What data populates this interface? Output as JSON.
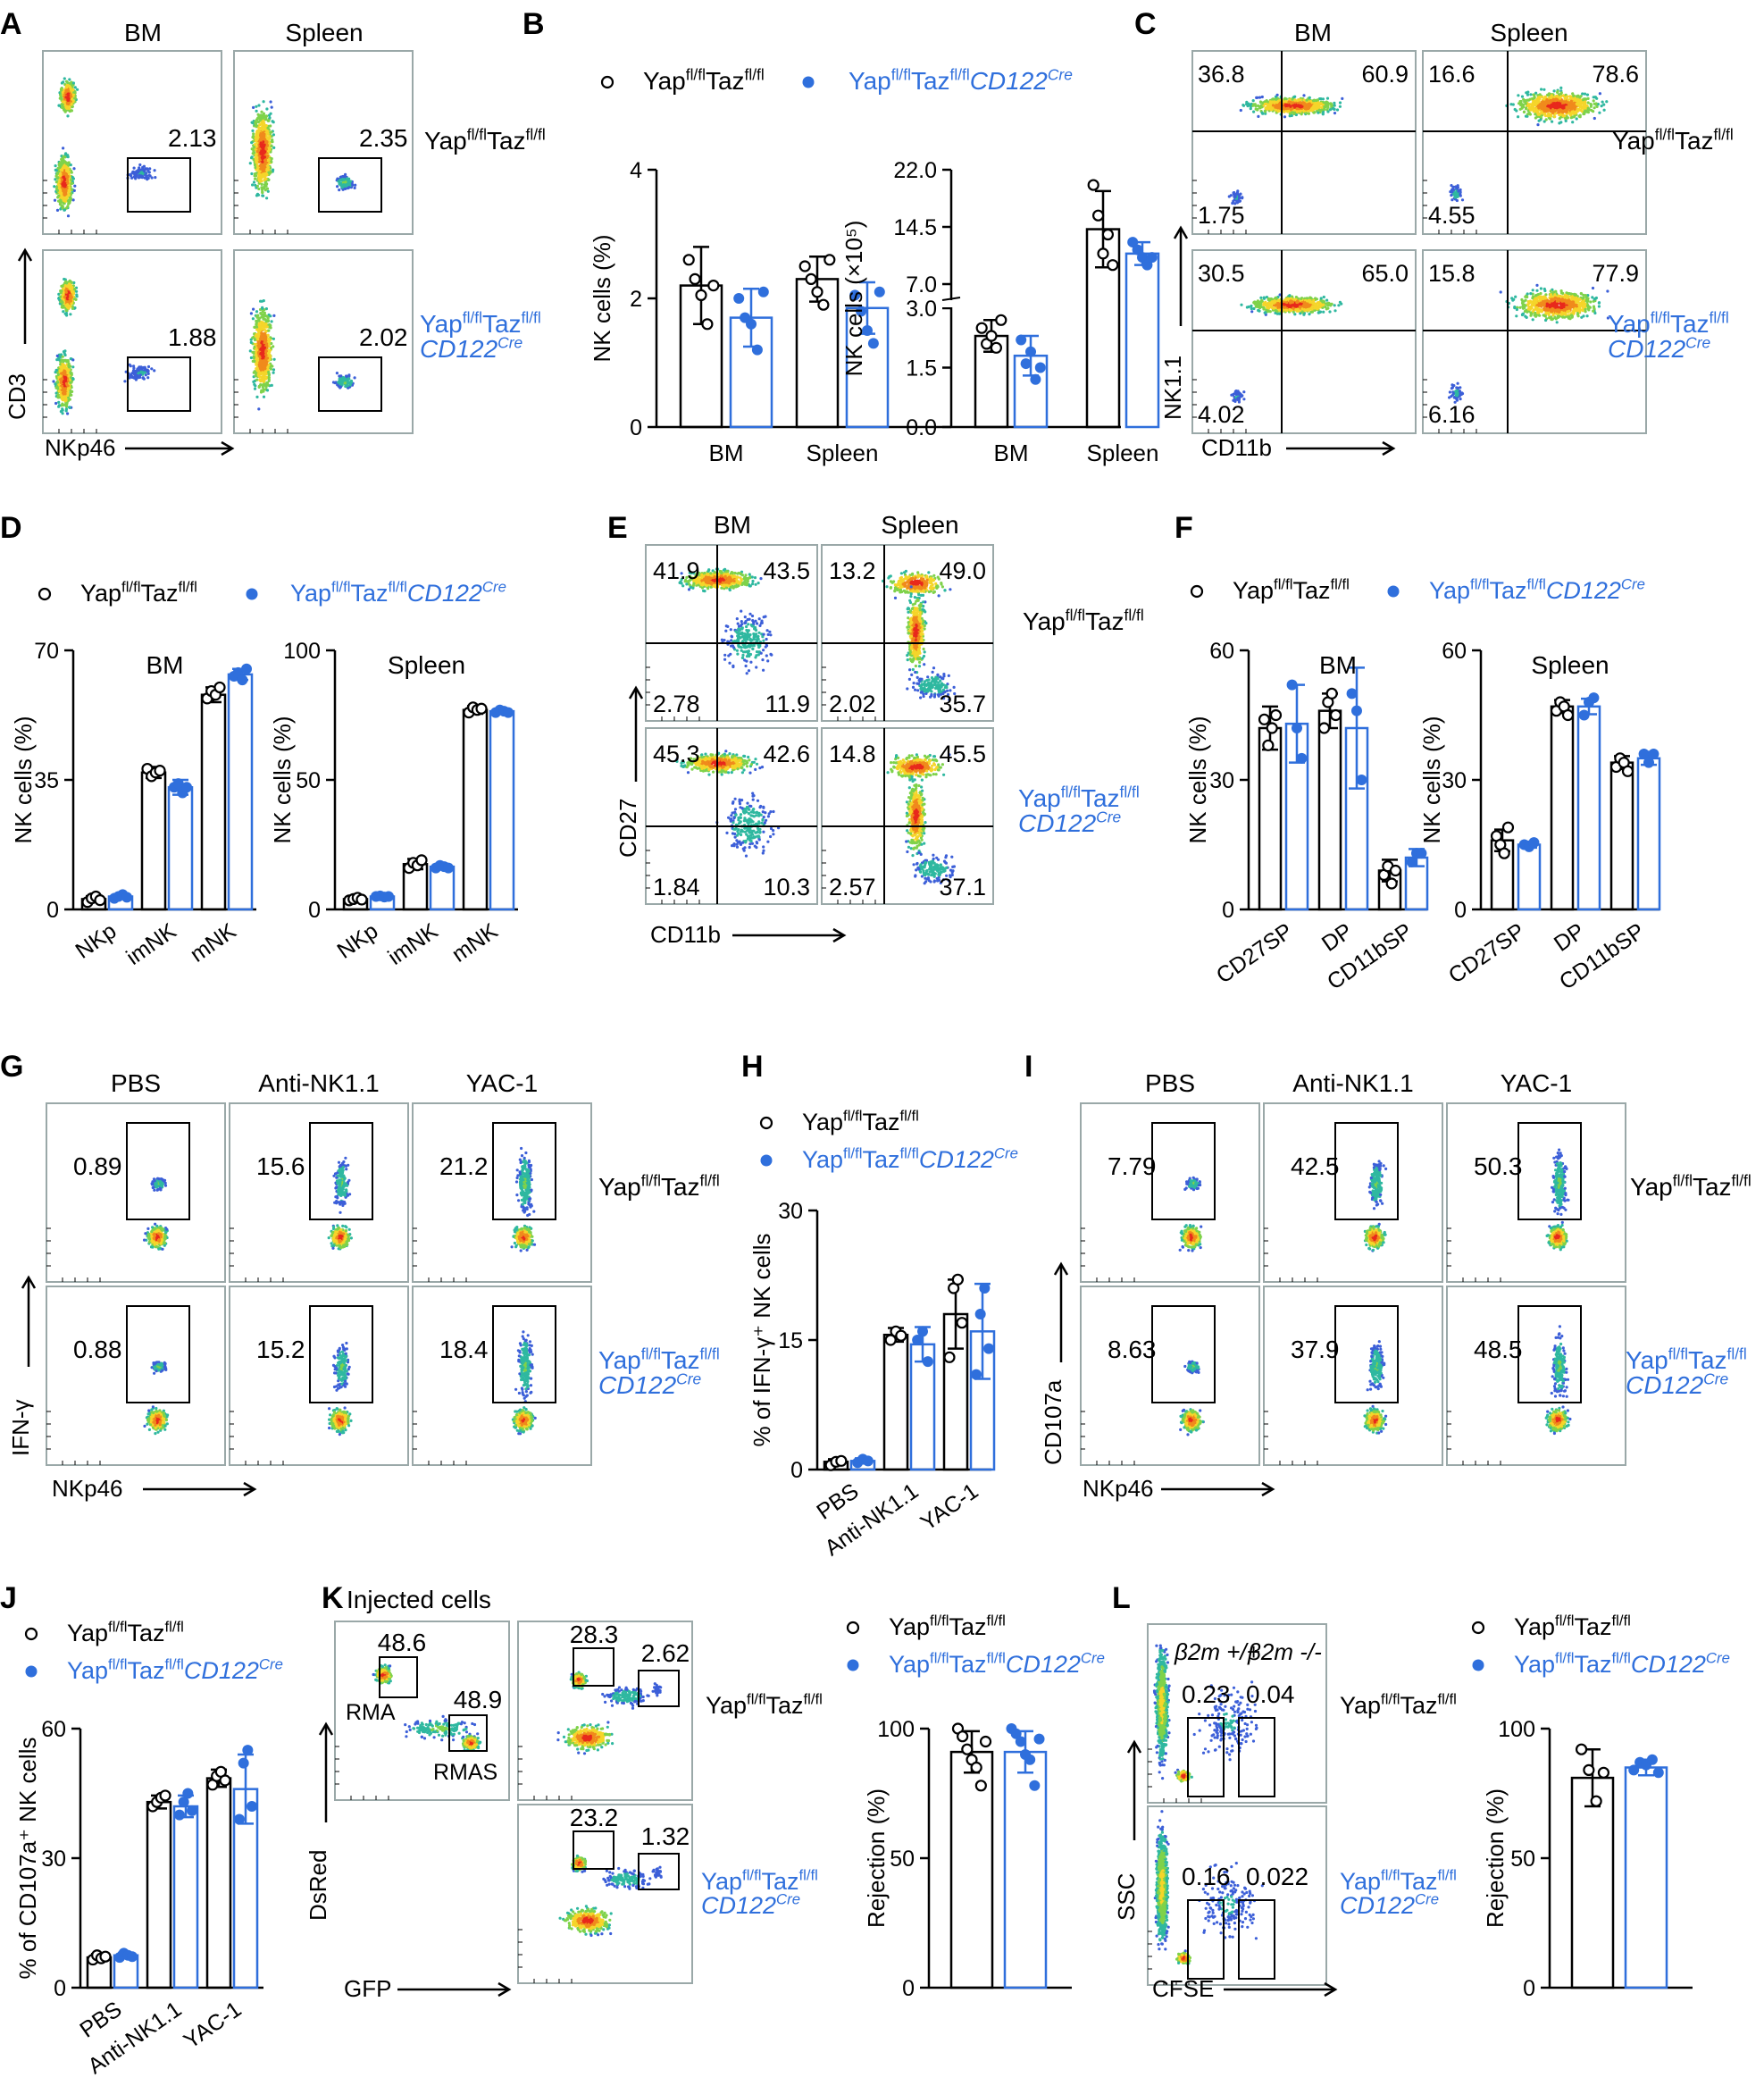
{
  "colors": {
    "wt": "#000000",
    "ko": "#2f6fdc",
    "frame": "#9aa8a8"
  },
  "genotypes": {
    "wt": {
      "base": "Yap",
      "sup1": "fl/fl",
      "mid": "Taz",
      "sup2": "fl/fl",
      "cre": ""
    },
    "ko": {
      "base": "Yap",
      "sup1": "fl/fl",
      "mid": "Taz",
      "sup2": "fl/fl",
      "cre": "CD122",
      "cre_sup": "Cre"
    }
  },
  "panel_letters": [
    "A",
    "B",
    "C",
    "D",
    "E",
    "F",
    "G",
    "H",
    "I",
    "J",
    "K",
    "L"
  ],
  "panelA": {
    "col_headers": [
      "BM",
      "Spleen"
    ],
    "gates": [
      [
        "2.13",
        "2.35"
      ],
      [
        "1.88",
        "2.02"
      ]
    ],
    "y_axis": "CD3",
    "x_axis": "NKp46"
  },
  "panelB": {
    "chart_data": [
      {
        "type": "bar",
        "categories": [
          "BM",
          "Spleen"
        ],
        "ylabel": "NK cells (%)",
        "ylim": [
          0,
          4
        ],
        "yticks": [
          "0",
          "2",
          "4"
        ],
        "series": [
          {
            "name": "Yapfl/flTazfl/fl",
            "means": [
              2.2,
              2.3
            ],
            "sd": [
              0.6,
              0.35
            ],
            "points": [
              [
                2.6,
                2.3,
                2.05,
                1.6,
                2.2
              ],
              [
                2.5,
                2.3,
                2.1,
                1.9,
                2.6
              ]
            ]
          },
          {
            "name": "Yapfl/flTazfl/flCD122Cre",
            "means": [
              1.7,
              1.85
            ],
            "sd": [
              0.45,
              0.4
            ],
            "points": [
              [
                2.0,
                1.7,
                1.6,
                1.2,
                2.1
              ],
              [
                2.05,
                1.8,
                1.5,
                1.3,
                2.1
              ]
            ]
          }
        ]
      },
      {
        "type": "bar",
        "categories": [
          "BM",
          "Spleen"
        ],
        "ylabel": "NK cells (×10⁵)",
        "ylim": [
          0,
          22
        ],
        "yticks": [
          "0.0",
          "1.5",
          "3.0",
          "7.0",
          "14.5",
          "22.0"
        ],
        "broken_axis": true,
        "series": [
          {
            "name": "Yapfl/flTazfl/fl",
            "means": [
              2.3,
              14.2
            ],
            "sd": [
              0.4,
              5.0
            ],
            "points": [
              [
                2.5,
                2.1,
                2.3,
                2.0,
                2.7
              ],
              [
                20.0,
                16.0,
                11.0,
                13.5,
                9.5
              ]
            ]
          },
          {
            "name": "Yapfl/flTazfl/flCD122Cre",
            "means": [
              1.8,
              11.0
            ],
            "sd": [
              0.5,
              1.5
            ],
            "points": [
              [
                2.2,
                1.6,
                1.9,
                1.2,
                1.5
              ],
              [
                12.5,
                11.5,
                10.5,
                9.5,
                10.5
              ]
            ]
          }
        ]
      }
    ]
  },
  "panelC": {
    "col_headers": [
      "BM",
      "Spleen"
    ],
    "quadrants": [
      [
        [
          "36.8",
          "60.9",
          "1.75"
        ],
        [
          "16.6",
          "78.6",
          "4.55"
        ]
      ],
      [
        [
          "30.5",
          "65.0",
          "4.02"
        ],
        [
          "15.8",
          "77.9",
          "6.16"
        ]
      ]
    ],
    "y_axis": "NK1.1",
    "x_axis": "CD11b"
  },
  "panelD": {
    "chart_data": [
      {
        "type": "bar",
        "title": "BM",
        "categories": [
          "NKp",
          "imNK",
          "mNK"
        ],
        "ylabel": "NK cells (%)",
        "ylim": [
          0,
          70
        ],
        "yticks": [
          "0",
          "35",
          "70"
        ],
        "series": [
          {
            "name": "Yapfl/flTazfl/fl",
            "means": [
              2.8,
              37.0,
              58.0
            ],
            "sd": [
              0.8,
              1.5,
              2.0
            ],
            "points": [
              [
                2.0,
                3.0,
                3.5,
                2.5
              ],
              [
                38,
                36,
                37,
                37.5
              ],
              [
                57,
                59,
                58,
                60
              ]
            ]
          },
          {
            "name": "Yapfl/flTazfl/flCD122Cre",
            "means": [
              3.5,
              33.0,
              63.5
            ],
            "sd": [
              0.6,
              2.0,
              1.5
            ],
            "points": [
              [
                3.0,
                3.5,
                4.0,
                3.3
              ],
              [
                33,
                34,
                31.5,
                33
              ],
              [
                63,
                64,
                62,
                65
              ]
            ]
          }
        ]
      },
      {
        "type": "bar",
        "title": "Spleen",
        "categories": [
          "NKp",
          "imNK",
          "mNK"
        ],
        "ylabel": "NK cells (%)",
        "ylim": [
          0,
          100
        ],
        "yticks": [
          "0",
          "50",
          "100"
        ],
        "series": [
          {
            "name": "Yapfl/flTazfl/fl",
            "means": [
              4.0,
              17.5,
              77.0
            ],
            "sd": [
              0.8,
              2.0,
              1.5
            ],
            "points": [
              [
                3.5,
                4.0,
                4.5,
                3.8
              ],
              [
                16,
                18,
                17,
                19
              ],
              [
                76,
                78,
                77,
                77.5
              ]
            ]
          },
          {
            "name": "Yapfl/flTazfl/flCD122Cre",
            "means": [
              5.0,
              16.5,
              76.5
            ],
            "sd": [
              0.5,
              1.0,
              1.0
            ],
            "points": [
              [
                5.0,
                5.2,
                4.8,
                5.0
              ],
              [
                16,
                17,
                16.5,
                16
              ],
              [
                76,
                77,
                76.5,
                76
              ]
            ]
          }
        ]
      }
    ]
  },
  "panelE": {
    "col_headers": [
      "BM",
      "Spleen"
    ],
    "quadrants": [
      [
        [
          "41.9",
          "43.5",
          "2.78",
          "11.9"
        ],
        [
          "13.2",
          "49.0",
          "2.02",
          "35.7"
        ]
      ],
      [
        [
          "45.3",
          "42.6",
          "1.84",
          "10.3"
        ],
        [
          "14.8",
          "45.5",
          "2.57",
          "37.1"
        ]
      ]
    ],
    "y_axis": "CD27",
    "x_axis": "CD11b"
  },
  "panelF": {
    "chart_data": [
      {
        "type": "bar",
        "title": "BM",
        "categories": [
          "CD27SP",
          "DP",
          "CD11bSP"
        ],
        "ylabel": "NK cells (%)",
        "ylim": [
          0,
          60
        ],
        "yticks": [
          "0",
          "30",
          "60"
        ],
        "series": [
          {
            "name": "Yapfl/flTazfl/fl",
            "means": [
              42,
              46,
              9
            ],
            "sd": [
              5,
              4,
              2.5
            ],
            "points": [
              [
                44,
                38,
                42,
                45
              ],
              [
                42,
                48,
                50,
                45
              ],
              [
                8,
                10,
                6,
                9
              ]
            ]
          },
          {
            "name": "Yapfl/flTazfl/flCD122Cre",
            "means": [
              43,
              42,
              12
            ],
            "sd": [
              9,
              14,
              2
            ],
            "points": [
              [
                52,
                42,
                35
              ],
              [
                50,
                46,
                30
              ],
              [
                11,
                13,
                13
              ]
            ]
          }
        ]
      },
      {
        "type": "bar",
        "title": "Spleen",
        "categories": [
          "CD27SP",
          "DP",
          "CD11bSP"
        ],
        "ylabel": "NK cells (%)",
        "ylim": [
          0,
          60
        ],
        "yticks": [
          "0",
          "30",
          "60"
        ],
        "series": [
          {
            "name": "Yapfl/flTazfl/fl",
            "means": [
              16,
              47,
              34
            ],
            "sd": [
              2.5,
              1.5,
              1.5
            ],
            "points": [
              [
                17,
                15,
                13,
                19
              ],
              [
                46,
                48,
                47,
                45
              ],
              [
                33,
                35,
                34,
                32
              ]
            ]
          },
          {
            "name": "Yapfl/flTazfl/flCD122Cre",
            "means": [
              15,
              47,
              35
            ],
            "sd": [
              0.7,
              1.8,
              1.5
            ],
            "points": [
              [
                15,
                14.5,
                15.5
              ],
              [
                45,
                48,
                49
              ],
              [
                36,
                34,
                36
              ]
            ]
          }
        ]
      }
    ]
  },
  "panelG": {
    "col_headers": [
      "PBS",
      "Anti-NK1.1",
      "YAC-1"
    ],
    "gates": [
      [
        "0.89",
        "15.6",
        "21.2"
      ],
      [
        "0.88",
        "15.2",
        "18.4"
      ]
    ],
    "y_axis": "IFN-γ",
    "x_axis": "NKp46"
  },
  "panelH": {
    "chart_data": {
      "type": "bar",
      "categories": [
        "PBS",
        "Anti-NK1.1",
        "YAC-1"
      ],
      "ylabel": "% of IFN-γ⁺ NK cells",
      "ylim": [
        0,
        30
      ],
      "yticks": [
        "0",
        "15",
        "30"
      ],
      "series": [
        {
          "name": "Yapfl/flTazfl/fl",
          "means": [
            0.9,
            15.6,
            18.0
          ],
          "sd": [
            0.3,
            0.8,
            4.0
          ],
          "points": [
            [
              0.5,
              0.9,
              1.0
            ],
            [
              15,
              16,
              15.5
            ],
            [
              13,
              21,
              22,
              17
            ]
          ]
        },
        {
          "name": "Yapfl/flTazfl/flCD122Cre",
          "means": [
            1.0,
            14.5,
            16.0
          ],
          "sd": [
            0.3,
            2.0,
            5.5
          ],
          "points": [
            [
              0.8,
              1.2,
              1.0
            ],
            [
              15,
              16,
              12.5
            ],
            [
              11,
              18,
              21,
              14
            ]
          ]
        }
      ]
    }
  },
  "panelI": {
    "col_headers": [
      "PBS",
      "Anti-NK1.1",
      "YAC-1"
    ],
    "gates": [
      [
        "7.79",
        "42.5",
        "50.3"
      ],
      [
        "8.63",
        "37.9",
        "48.5"
      ]
    ],
    "y_axis": "CD107a",
    "x_axis": "NKp46"
  },
  "panelJ": {
    "chart_data": {
      "type": "bar",
      "categories": [
        "PBS",
        "Anti-NK1.1",
        "YAC-1"
      ],
      "ylabel": "% of CD107a⁺ NK cells",
      "ylim": [
        0,
        60
      ],
      "yticks": [
        "0",
        "30",
        "60"
      ],
      "series": [
        {
          "name": "Yapfl/flTazfl/fl",
          "means": [
            7.0,
            43.0,
            48.5
          ],
          "sd": [
            0.8,
            1.5,
            2.0
          ],
          "points": [
            [
              6.5,
              7.5,
              6.8,
              7.2
            ],
            [
              42,
              43,
              44,
              44.5
            ],
            [
              47,
              49,
              50,
              48
            ]
          ]
        },
        {
          "name": "Yapfl/flTazfl/flCD122Cre",
          "means": [
            7.5,
            42.0,
            46.0
          ],
          "sd": [
            0.6,
            2.5,
            8.0
          ],
          "points": [
            [
              7.0,
              8.0,
              7.5,
              7.2
            ],
            [
              40,
              43,
              45,
              41
            ],
            [
              39,
              52,
              55,
              42
            ]
          ]
        }
      ]
    }
  },
  "panelK": {
    "title": "Injected cells",
    "gates_injected": [
      "48.6",
      "48.9"
    ],
    "gate_labels": [
      "RMA",
      "RMAS"
    ],
    "gates": [
      [
        "28.3",
        "2.62"
      ],
      [
        "23.2",
        "1.32"
      ]
    ],
    "y_axis": "DsRed",
    "x_axis": "GFP",
    "chart_data": {
      "type": "bar",
      "categories": [
        "",
        ""
      ],
      "ylabel": "Rejection (%)",
      "ylim": [
        0,
        100
      ],
      "yticks": [
        "0",
        "50",
        "100"
      ],
      "series": [
        {
          "name": "Yapfl/flTazfl/fl",
          "means": [
            91
          ],
          "sd": [
            8
          ],
          "points": [
            [
              100,
              97,
              92,
              88,
              85,
              78,
              95
            ]
          ]
        },
        {
          "name": "Yapfl/flTazfl/flCD122Cre",
          "means": [
            91
          ],
          "sd": [
            8
          ],
          "points": [
            [
              100,
              98,
              95,
              90,
              88,
              78,
              96
            ]
          ]
        }
      ]
    }
  },
  "panelL": {
    "gate_headers": [
      "β2m +/+",
      "β2m -/-"
    ],
    "gates": [
      [
        "0.23",
        "0.04"
      ],
      [
        "0.16",
        "0.022"
      ]
    ],
    "y_axis": "SSC",
    "x_axis": "CFSE",
    "chart_data": {
      "type": "bar",
      "categories": [
        "",
        ""
      ],
      "ylabel": "Rejection (%)",
      "ylim": [
        0,
        100
      ],
      "yticks": [
        "0",
        "50",
        "100"
      ],
      "series": [
        {
          "name": "Yapfl/flTazfl/fl",
          "means": [
            81
          ],
          "sd": [
            11
          ],
          "points": [
            [
              92,
              84,
              72,
              83
            ]
          ]
        },
        {
          "name": "Yapfl/flTazfl/flCD122Cre",
          "means": [
            85
          ],
          "sd": [
            3
          ],
          "points": [
            [
              84,
              87,
              86,
              88,
              83
            ]
          ]
        }
      ]
    }
  }
}
